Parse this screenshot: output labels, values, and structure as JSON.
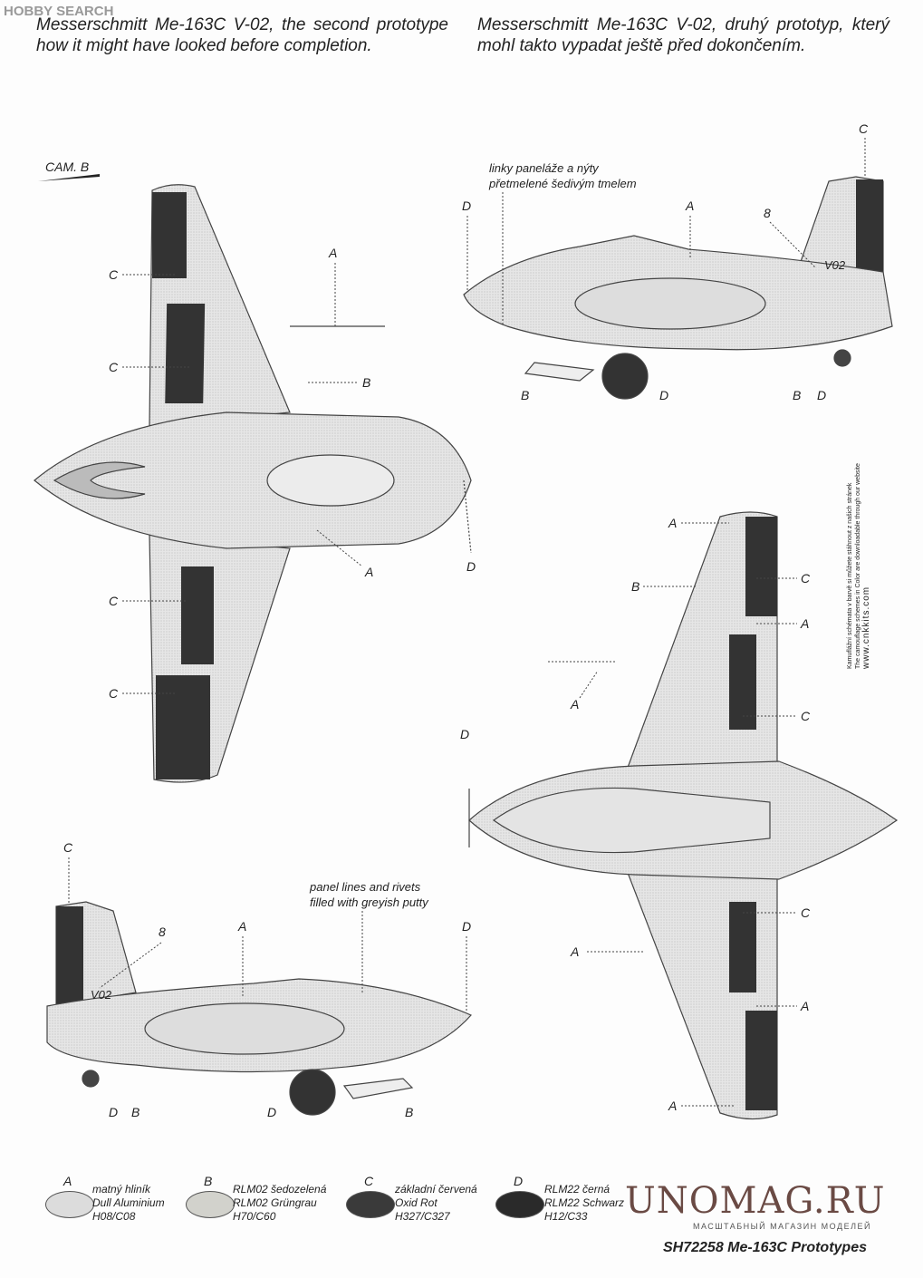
{
  "watermark": "HOBBY SEARCH",
  "title_en": "Messerschmitt Me-163C V-02, the second prototype how it might have looked before completion.",
  "title_cz": "Messerschmitt Me-163C V-02, druhý prototyp, který mohl takto vypadat ještě před dokončením.",
  "cam": "CAM. B",
  "notes": {
    "cz_line1": "linky paneláže a nýty",
    "cz_line2": "přetmelené šedivým tmelem",
    "en_line1": "panel lines and rivets",
    "en_line2": "filled with greyish putty"
  },
  "top_view": [
    "C",
    "C",
    "A",
    "B",
    "A",
    "C",
    "C",
    "D"
  ],
  "side_top": [
    "D",
    "A",
    "C",
    "8",
    "B",
    "D",
    "B",
    "D"
  ],
  "bottom_view": [
    "A",
    "B",
    "C",
    "A",
    "A",
    "C",
    "D",
    "C",
    "A",
    "A",
    "A"
  ],
  "side_bottom": [
    "C",
    "8",
    "A",
    "D",
    "D",
    "B",
    "D",
    "B"
  ],
  "marking": "V02",
  "cnk": {
    "cz": "Kamuflážní schémata v barvě si můžete stáhnout z našich stránek",
    "en": "The camouflage schemes in Color are downloadable through our website",
    "url": "www.cnkkits.com"
  },
  "legend": [
    {
      "letter": "A",
      "cz": "matný hliník",
      "de": "Dull Aluminium",
      "code": "H08/C08",
      "color": "#dcdcdc"
    },
    {
      "letter": "B",
      "cz": "RLM02 šedozelená",
      "de": "RLM02 Grüngrau",
      "code": "H70/C60",
      "color": "#d2d2cc"
    },
    {
      "letter": "C",
      "cz": "základní červená",
      "de": "Oxid Rot",
      "code": "H327/C327",
      "color": "#3a3a3a"
    },
    {
      "letter": "D",
      "cz": "RLM22 černá",
      "de": "RLM22 Schwarz",
      "code": "H12/C33",
      "color": "#2a2a2a"
    }
  ],
  "shop": {
    "name": "UNOMAG.RU",
    "tagline": "МАСШТАБНЫЙ МАГАЗИН МОДЕЛЕЙ"
  },
  "product": "SH72258 Me-163C Prototypes"
}
